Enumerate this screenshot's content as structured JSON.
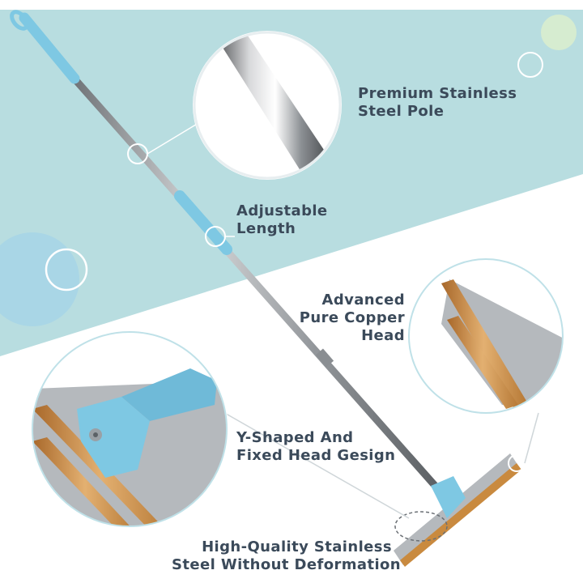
{
  "colors": {
    "teal_background": "#b8dde0",
    "blue_accent": "#7ec8e3",
    "copper": "#c98a3f",
    "steel": "#b5b9bd",
    "text": "#3b4a5a"
  },
  "features": [
    {
      "id": "pole",
      "lines": [
        "Premium Stainless",
        "Steel Pole"
      ]
    },
    {
      "id": "length",
      "lines": [
        "Adjustable",
        "Length"
      ]
    },
    {
      "id": "copper",
      "lines": [
        "Advanced",
        "Pure Copper",
        "Head"
      ]
    },
    {
      "id": "head",
      "lines": [
        "Y-Shaped And",
        "Fixed Head Gesign"
      ]
    },
    {
      "id": "steel",
      "lines": [
        "High-Quality Stainless",
        "Steel Without Deformation"
      ]
    }
  ]
}
